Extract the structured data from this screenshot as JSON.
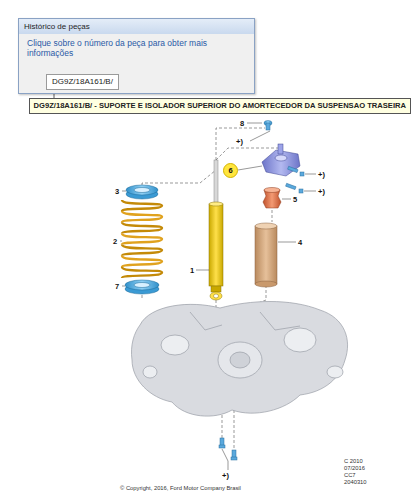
{
  "diagram": {
    "nodes": [
      {
        "text": [
          "Histórico de peças",
          "Clique sobre o número da peça para obter mais informações"
        ]
      },
      {
        "text": [
          "DG9Z/18A161/B/"
        ],
        "in": 0
      },
      {
        "text": [
          "DG9Z/18A161/B/ - SUPORTE E ISOLADOR SUPERIOR DO AMORTECEDOR DA SUSPENSAO TRASEIRA"
        ]
      },
      {
        "text": [
          "6"
        ]
      }
    ],
    "edges": [
      {
        "from": 1,
        "to": 2,
        "arrow": "none"
      }
    ],
    "labels": [
      "8",
      "+)",
      "+)",
      "+)",
      "5",
      "4",
      "3",
      "2",
      "1",
      "7",
      "+)",
      "C 2010",
      "07/2016",
      "CC7",
      "2040310",
      "© Copyright, 2016, Ford Motor Company Brasil"
    ]
  }
}
